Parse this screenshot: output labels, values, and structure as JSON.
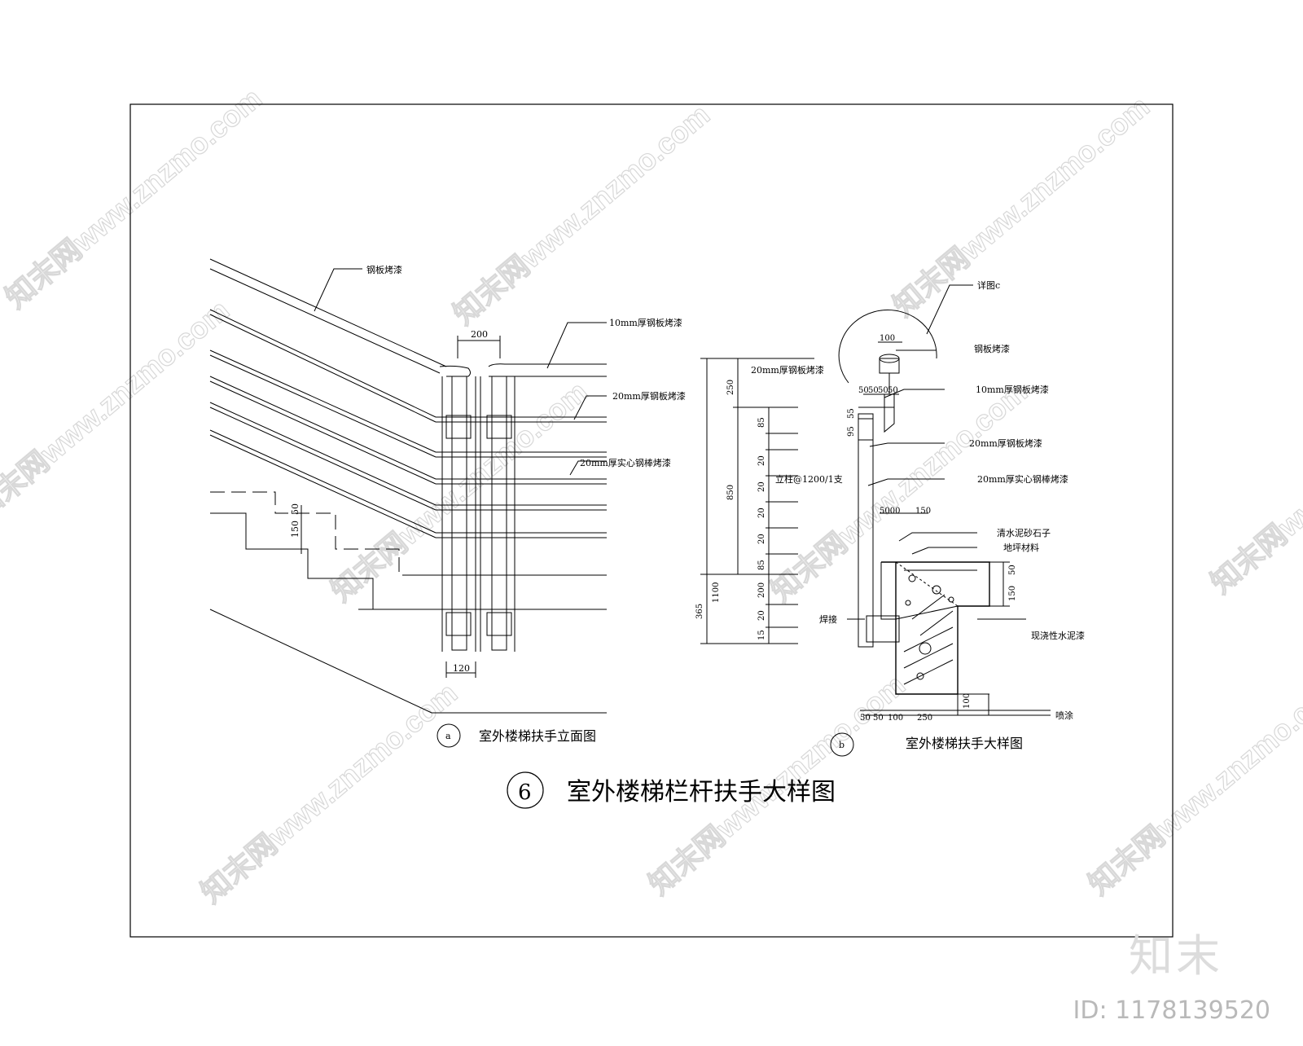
{
  "drawing": {
    "main_title_number": "6",
    "main_title": "室外楼梯栏杆扶手大样图",
    "left_view": {
      "label_letter": "a",
      "caption": "室外楼梯扶手立面图",
      "annotations": {
        "top_rail": "钢板烤漆",
        "rail_10mm": "10mm厚钢板烤漆",
        "rail_20mm": "20mm厚钢板烤漆",
        "bar_20mm": "20mm厚实心钢棒烤漆"
      },
      "dims": {
        "post_gap": "200",
        "post_width": "120",
        "riser": "150",
        "step": "50"
      }
    },
    "right_view": {
      "label_letter": "b",
      "caption": "室外楼梯扶手大样图",
      "annotations": {
        "see_c": "详图c",
        "handrail": "钢板烤漆",
        "plate_20mm_top": "20mm厚钢板烤漆",
        "plate_10mm": "10mm厚钢板烤漆",
        "plate_20mm": "20mm厚钢板烤漆",
        "bar_20mm": "20mm厚实心钢棒烤漆",
        "post": "立柱@1200/1支",
        "cement_mortar": "清水泥砂石子",
        "floor_finish": "地坪材料",
        "weld": "焊接",
        "concrete": "现浇性水泥漆",
        "spray": "喷涂"
      },
      "dims": {
        "overall": "1100",
        "top": "250",
        "mid": "850",
        "bottom": "365",
        "rail_space_top": "85",
        "rail_space": "20",
        "rail_space_bottom": "85",
        "base_200": "200",
        "base_20": "20",
        "base_15": "15",
        "handrail_dia": "100",
        "w50a": "50",
        "w50b": "50",
        "w50c": "50",
        "w50d": "50",
        "v95": "95",
        "v55": "55",
        "bot_50a": "50",
        "bot_50b": "50",
        "bot_100": "100",
        "bot_250": "250",
        "v100": "100",
        "step_50": "50",
        "step_150": "150",
        "mid_5000": "5000",
        "mid_150": "150"
      }
    }
  },
  "watermarks": {
    "site": "知末网www.znzmo.com",
    "logo": "知末",
    "id_text": "ID: 1178139520"
  }
}
